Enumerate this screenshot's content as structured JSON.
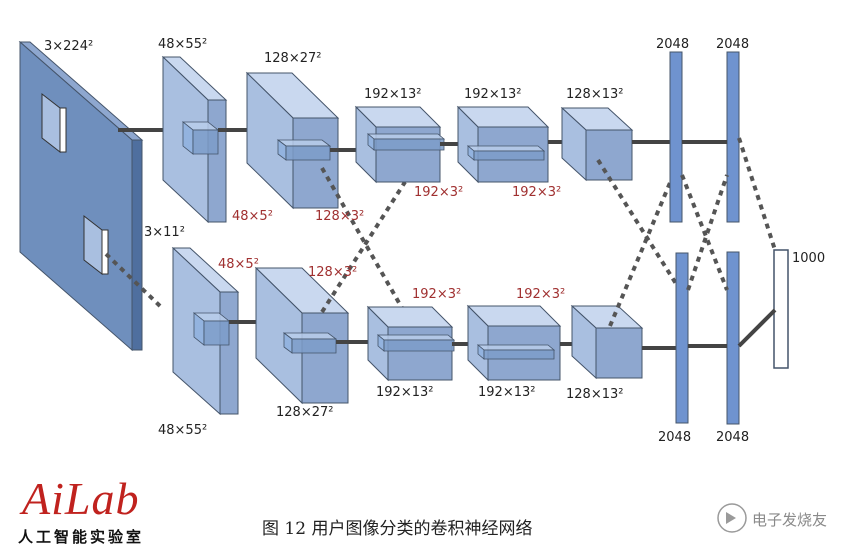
{
  "caption": "图 12 用户图像分类的卷积神经网络",
  "logo": {
    "main": "AiLab",
    "sub": "人工智能实验室"
  },
  "watermark": "电子发烧友",
  "labels": {
    "input": "3×224²",
    "kernel_input": "3×11²",
    "top_c1": "48×55²",
    "bot_c1": "48×55²",
    "top_c1_k": "48×5²",
    "bot_c1_k": "48×5²",
    "top_c2": "128×27²",
    "bot_c2": "128×27²",
    "top_c2_k": "128×3²",
    "bot_c2_k": "128×3²",
    "top_c3": "192×13²",
    "bot_c3": "192×13²",
    "top_c3_k": "192×3²",
    "bot_c3_k": "192×3²",
    "top_c4": "192×13²",
    "bot_c4": "192×13²",
    "top_c4_k": "192×3²",
    "bot_c4_k": "192×3²",
    "top_c5": "128×13²",
    "bot_c5": "128×13²",
    "fc1_top": "2048",
    "fc2_top": "2048",
    "fc1_bot": "2048",
    "fc2_bot": "2048",
    "output": "1000"
  },
  "colors": {
    "input_face": "#5b7fb0",
    "block_front": "#a9bfe0",
    "block_top": "#c9d8ef",
    "block_side": "#8ea7cf",
    "fc_bar": "#6f93cf",
    "edge": "#44546a",
    "kernel_label": "#a03030"
  }
}
